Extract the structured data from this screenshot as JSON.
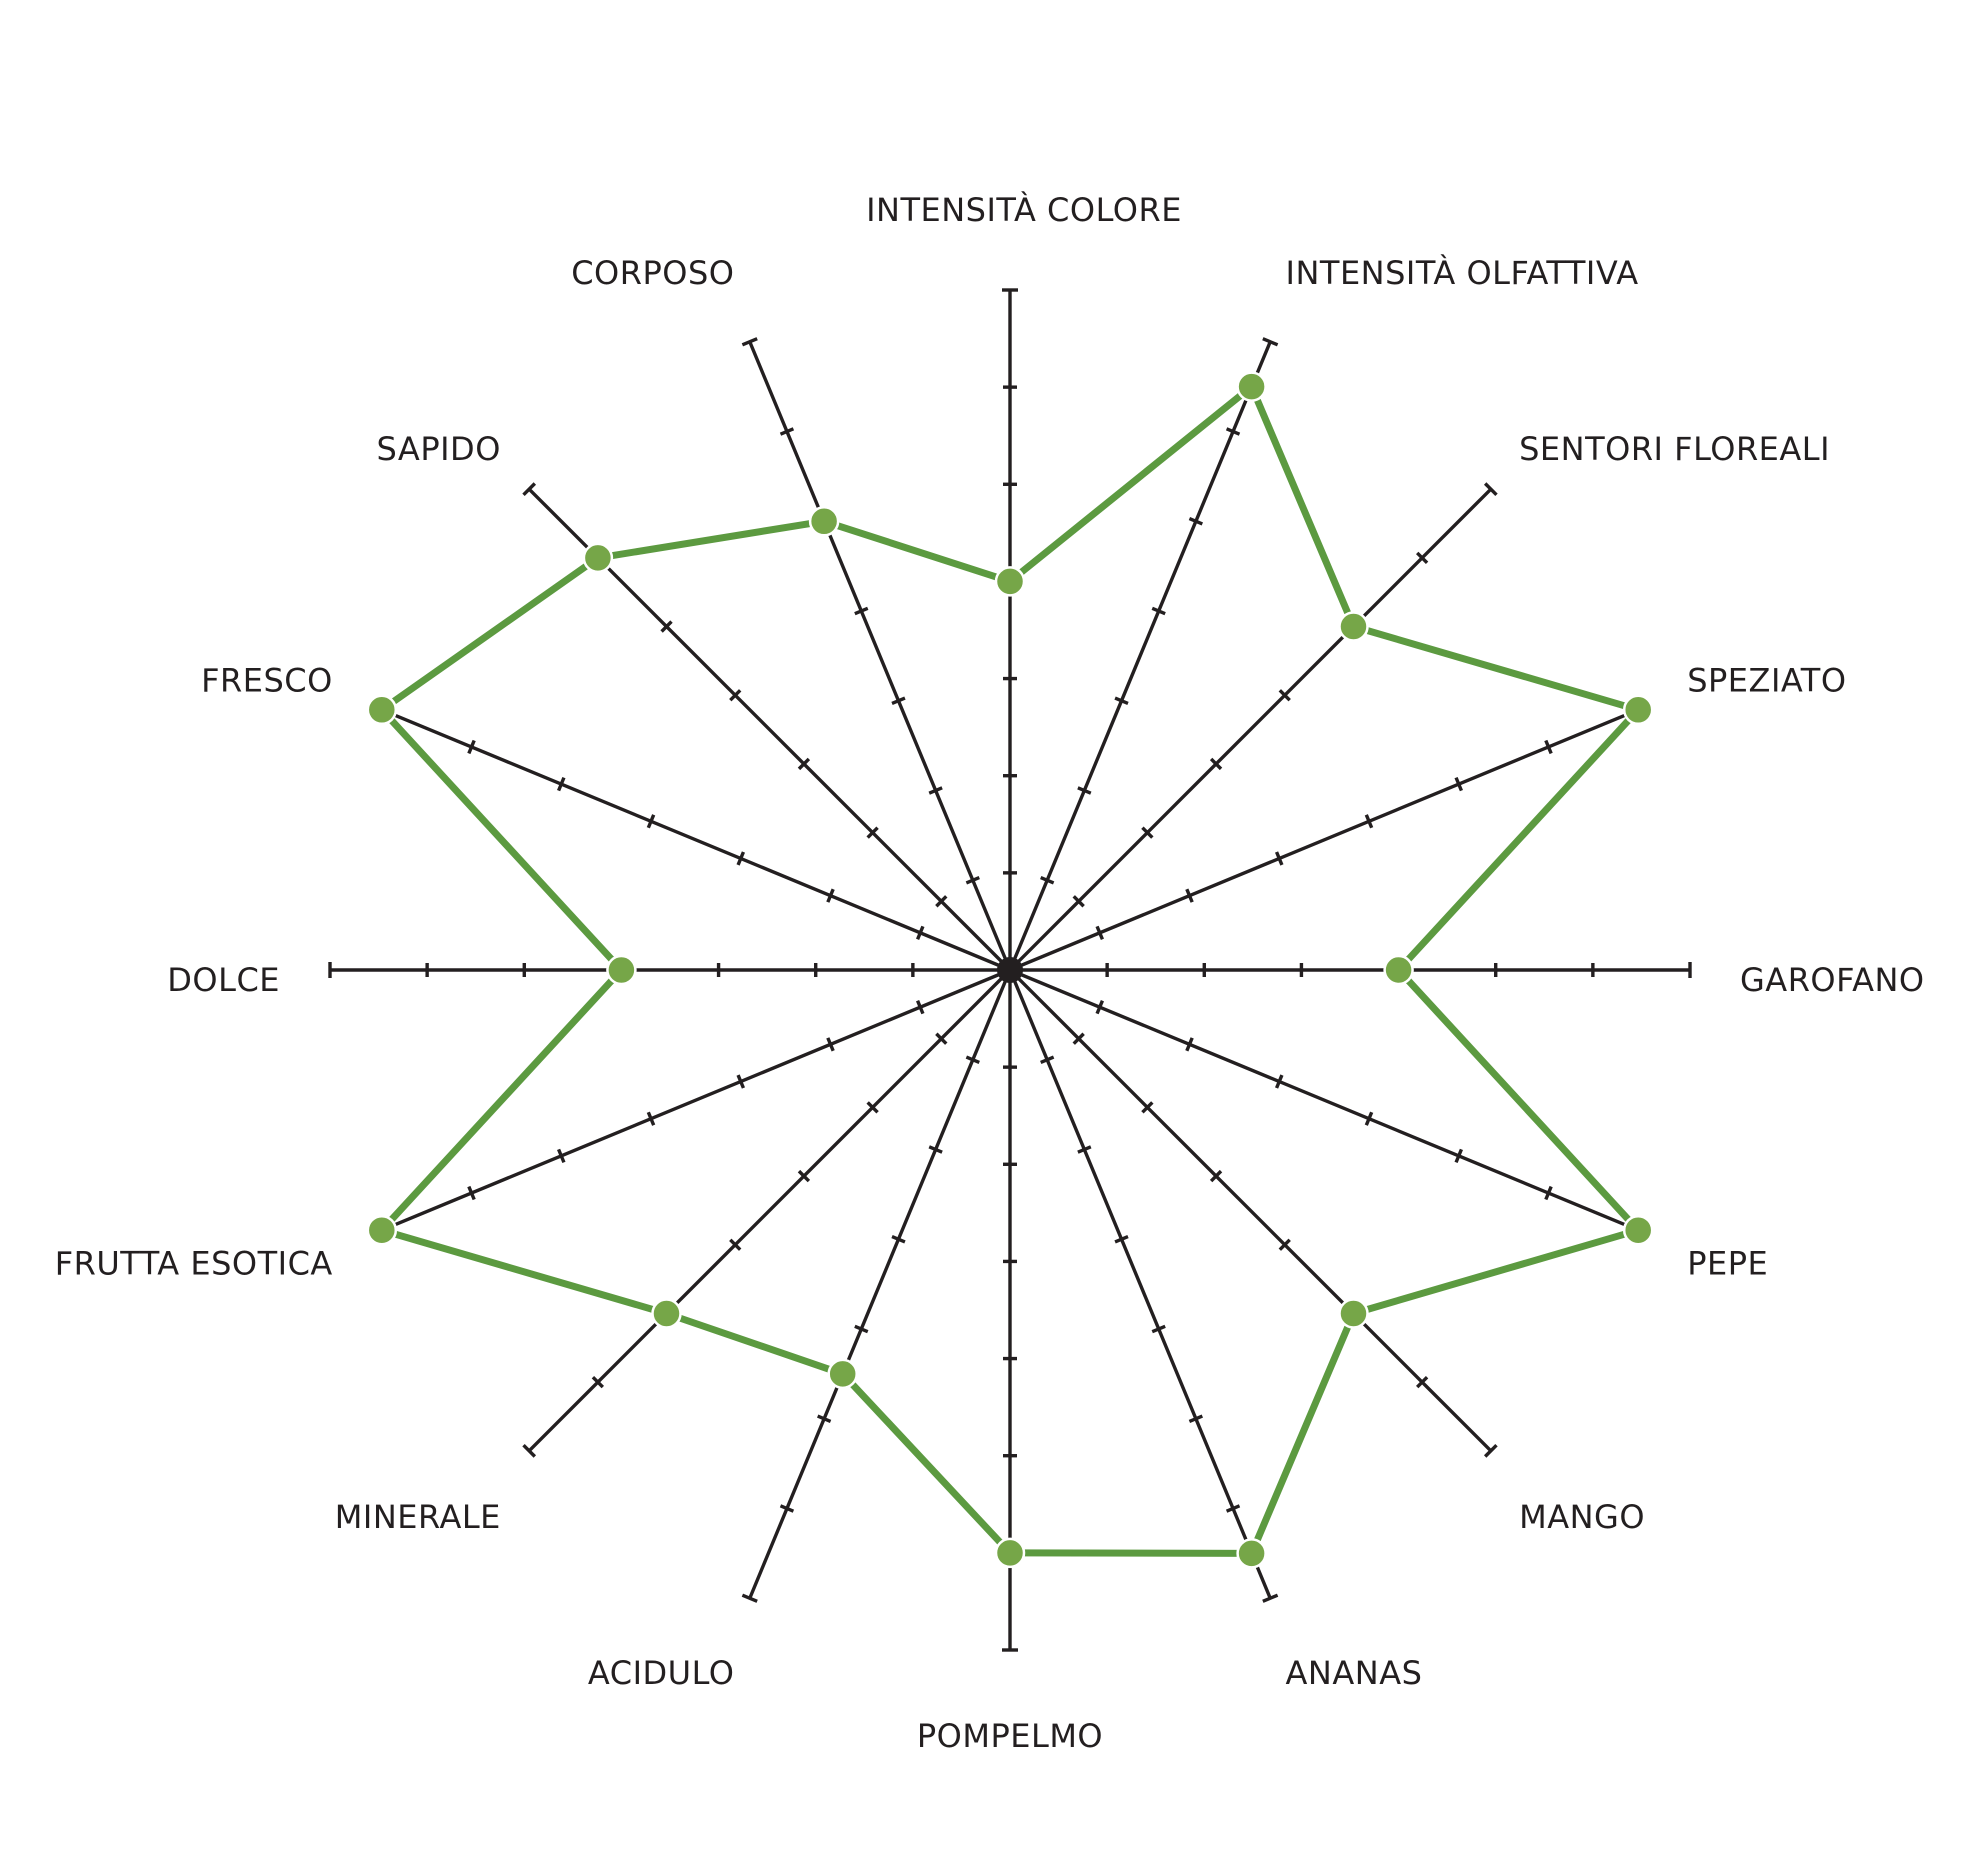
{
  "chart_data": {
    "type": "radar",
    "title": "",
    "scale": {
      "min": 0,
      "max": 7,
      "ticks": 7
    },
    "axes": [
      "INTENSITÀ COLORE",
      "INTENSITÀ OLFATTIVA",
      "SENTORI FLOREALI",
      "SPEZIATO",
      "GAROFANO",
      "PEPE",
      "MANGO",
      "ANANAS",
      "POMPELMO",
      "ACIDULO",
      "MINERALE",
      "FRUTTA ESOTICA",
      "DOLCE",
      "FRESCO",
      "SAPIDO",
      "CORPOSO"
    ],
    "series": [
      {
        "values": [
          4,
          6.5,
          5,
          7,
          4,
          7,
          5,
          6.5,
          6,
          4.5,
          5,
          7,
          4,
          7,
          6,
          5
        ]
      }
    ],
    "colors": {
      "axis": "#231f20",
      "series_line": "#5c9a40",
      "series_point": "#76a648"
    }
  }
}
